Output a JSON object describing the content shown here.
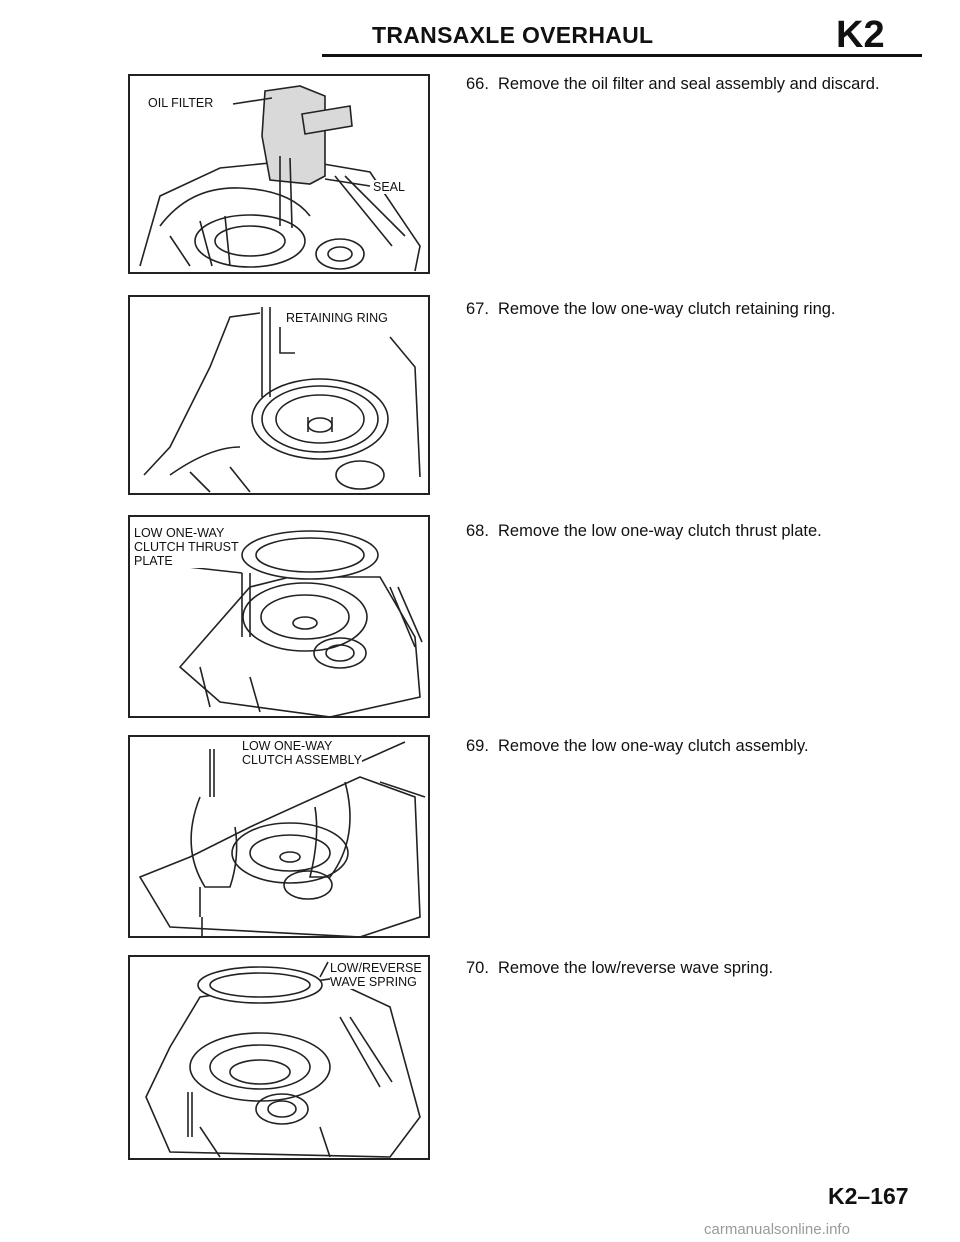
{
  "header": {
    "title": "TRANSAXLE OVERHAUL",
    "code": "K2"
  },
  "steps": [
    {
      "num": "66.",
      "text": "Remove the oil filter and seal assembly and discard."
    },
    {
      "num": "67.",
      "text": "Remove the low one-way clutch retaining ring."
    },
    {
      "num": "68.",
      "text": "Remove the low one-way clutch thrust plate."
    },
    {
      "num": "69.",
      "text": "Remove the low one-way clutch assembly."
    },
    {
      "num": "70.",
      "text": "Remove the low/reverse wave spring."
    }
  ],
  "figures": [
    {
      "labels": [
        "OIL FILTER",
        "SEAL"
      ]
    },
    {
      "labels": [
        "RETAINING RING"
      ]
    },
    {
      "labels": [
        "LOW ONE-WAY\nCLUTCH THRUST\nPLATE"
      ]
    },
    {
      "labels": [
        "LOW ONE-WAY\nCLUTCH ASSEMBLY"
      ]
    },
    {
      "labels": [
        "LOW/REVERSE\nWAVE SPRING"
      ]
    }
  ],
  "footer": {
    "page_number": "K2–167",
    "watermark": "carmanualsonline.info"
  }
}
